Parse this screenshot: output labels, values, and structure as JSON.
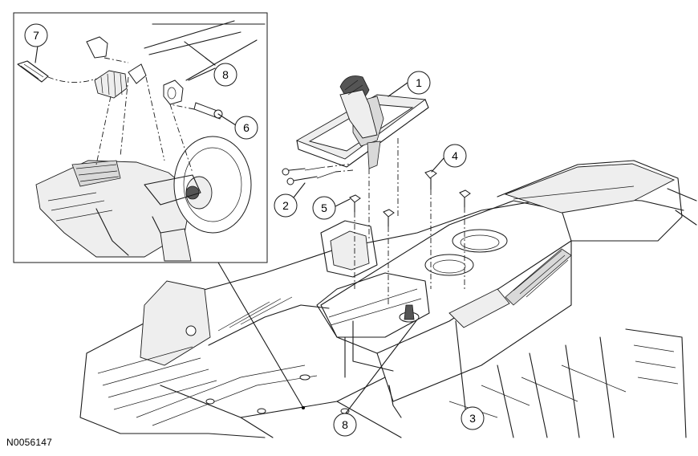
{
  "figure": {
    "id_label": "N0056147"
  },
  "callouts": {
    "c1": "1",
    "c2": "2",
    "c3": "3",
    "c4": "4",
    "c5": "5",
    "c6": "6",
    "c7": "7",
    "c8a": "8",
    "c8b": "8"
  }
}
